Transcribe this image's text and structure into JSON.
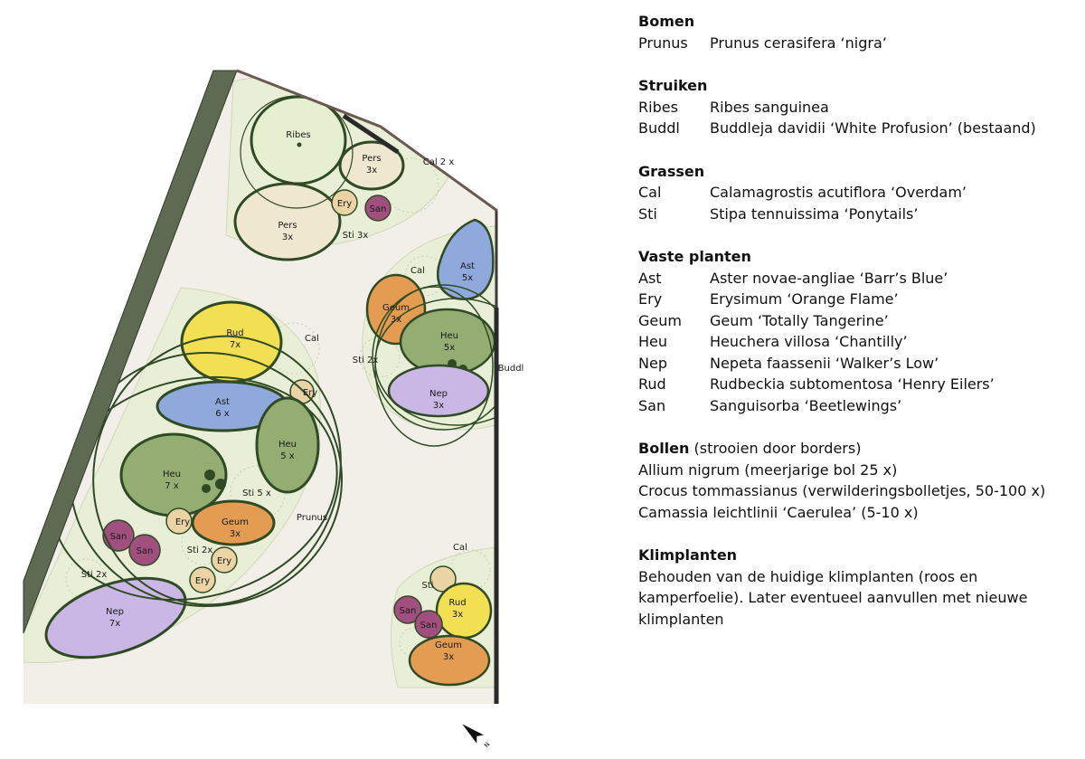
{
  "plan": {
    "labels": {
      "ribes": "Ribes",
      "pers_a": "Pers",
      "pers_a_qty": "3x",
      "pers_b": "Pers",
      "pers_b_qty": "3x",
      "cal_top": "Cal 2 x",
      "ery_top": "Ery",
      "san_top": "San",
      "sti_top": "Sti 3x",
      "cal_right": "Cal",
      "ast_right": "Ast",
      "ast_right_qty": "5x",
      "geum_right": "Geum",
      "geum_right_qty": "3x",
      "heu_right": "Heu",
      "heu_right_qty": "5x",
      "sti_right": "Sti 2x",
      "buddl": "Buddl",
      "nep_right": "Nep",
      "nep_right_qty": "3x",
      "rud_left": "Rud",
      "rud_left_qty": "7x",
      "cal_left": "Cal",
      "ery_mid": "Ery",
      "ast_left": "Ast",
      "ast_left_qty": "6 x",
      "heu_mid": "Heu",
      "heu_mid_qty": "5 x",
      "heu_left": "Heu",
      "heu_left_qty": "7 x",
      "sti_5x": "Sti 5 x",
      "prunus": "Prunus",
      "ery_low": "Ery",
      "geum_left": "Geum",
      "geum_left_qty": "3x",
      "san_left_1": "San",
      "san_left_2": "San",
      "sti_2x_mid": "Sti 2x",
      "ery_low2": "Ery",
      "sti_2x_left": "Sti 2x",
      "ery_low3": "Ery",
      "nep_left": "Nep",
      "nep_left_qty": "7x",
      "cal_br": "Cal",
      "sti_br": "Sti",
      "san_br_1": "San",
      "san_br_2": "San",
      "rud_br": "Rud",
      "rud_br_qty": "3x",
      "geum_br": "Geum",
      "geum_br_qty": "3x",
      "north": "N"
    },
    "colors": {
      "wall": "#5e6b52",
      "path": "#f1efe8",
      "border": "#e9efd6",
      "outline": "#2f4a25",
      "rud": "#f3df52",
      "ast": "#8fa9dc",
      "heu": "#93ad72",
      "geum": "#e39c52",
      "nep": "#cbb7e6",
      "san": "#a04f7e",
      "ery": "#ead4a6",
      "pers": "#efe7d0",
      "ribes": "#e6efcf",
      "grass": "#b7c8a0"
    }
  },
  "legend": {
    "bomen": {
      "title": "Bomen",
      "rows": [
        {
          "code": "Prunus",
          "name": "Prunus cerasifera ‘nigra’"
        }
      ]
    },
    "struiken": {
      "title": "Struiken",
      "rows": [
        {
          "code": "Ribes",
          "name": "Ribes sanguinea"
        },
        {
          "code": "Buddl",
          "name": "Buddleja davidii ‘White Profusion’ (bestaand)"
        }
      ]
    },
    "grassen": {
      "title": "Grassen",
      "rows": [
        {
          "code": "Cal",
          "name": "Calamagrostis acutiflora ‘Overdam’"
        },
        {
          "code": "Sti",
          "name": "Stipa tennuissima ‘Ponytails’"
        }
      ]
    },
    "vaste_planten": {
      "title": "Vaste planten",
      "rows": [
        {
          "code": "Ast",
          "name": "Aster novae-angliae ‘Barr’s Blue’"
        },
        {
          "code": "Ery",
          "name": "Erysimum ‘Orange Flame’"
        },
        {
          "code": "Geum",
          "name": "Geum ‘Totally Tangerine’"
        },
        {
          "code": "Heu",
          "name": "Heuchera villosa ‘Chantilly’"
        },
        {
          "code": "Nep",
          "name": "Nepeta faassenii ‘Walker’s Low’"
        },
        {
          "code": "Rud",
          "name": "Rudbeckia subtomentosa ‘Henry Eilers’"
        },
        {
          "code": "San",
          "name": "Sanguisorba ‘Beetlewings’"
        }
      ]
    },
    "bollen": {
      "title": "Bollen",
      "title_note": " (strooien door borders)",
      "lines": [
        "Allium nigrum (meerjarige bol 25 x)",
        "Crocus tommassianus (verwilderingsbolletjes, 50-100 x)",
        "Camassia leichtlinii ‘Caerulea’ (5-10 x)"
      ]
    },
    "klimplanten": {
      "title": "Klimplanten",
      "text": "Behouden van de huidige klimplanten (roos en kamperfoelie). Later eventueel aanvullen met nieuwe klimplanten"
    }
  }
}
